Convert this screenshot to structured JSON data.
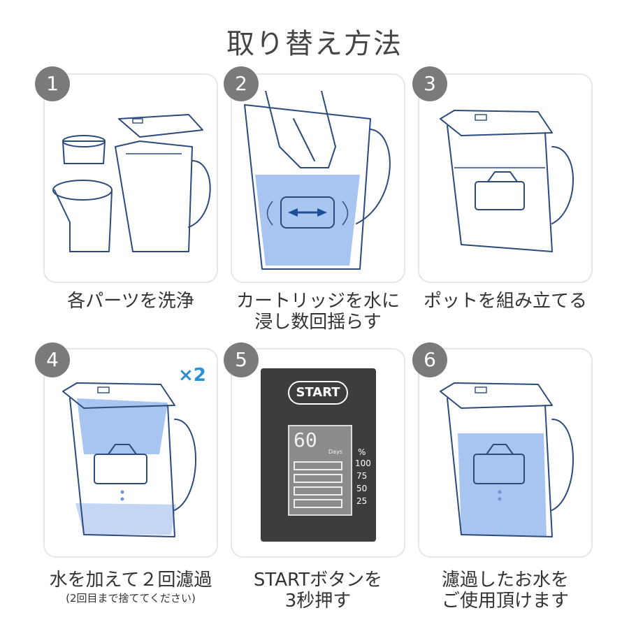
{
  "title": "取り替え方法",
  "steps": [
    {
      "num": "1",
      "caption": "各パーツを洗浄"
    },
    {
      "num": "2",
      "caption_line1": "カートリッジを水に",
      "caption_line2": "浸し数回揺らす"
    },
    {
      "num": "3",
      "caption": "ポットを組み立てる"
    },
    {
      "num": "4",
      "caption": "水を加えて２回濾過",
      "subcaption": "(2回目まで捨ててください)",
      "badge": "×2"
    },
    {
      "num": "5",
      "caption_line1": "STARTボタンを",
      "caption_line2": "3秒押す",
      "display": {
        "start_label": "START",
        "days_value": "60",
        "days_label": "Days",
        "percent_label": "%",
        "levels": [
          "100",
          "75",
          "50",
          "25"
        ]
      }
    },
    {
      "num": "6",
      "caption_line1": "濾過したお水を",
      "caption_line2": "ご使用頂けます"
    }
  ],
  "colors": {
    "water": "#a8c4f0",
    "outline": "#2a4b7c",
    "badge": "#2a8fd6",
    "number_bg": "#7a7a7a",
    "display_bg": "#3d3d3d"
  }
}
